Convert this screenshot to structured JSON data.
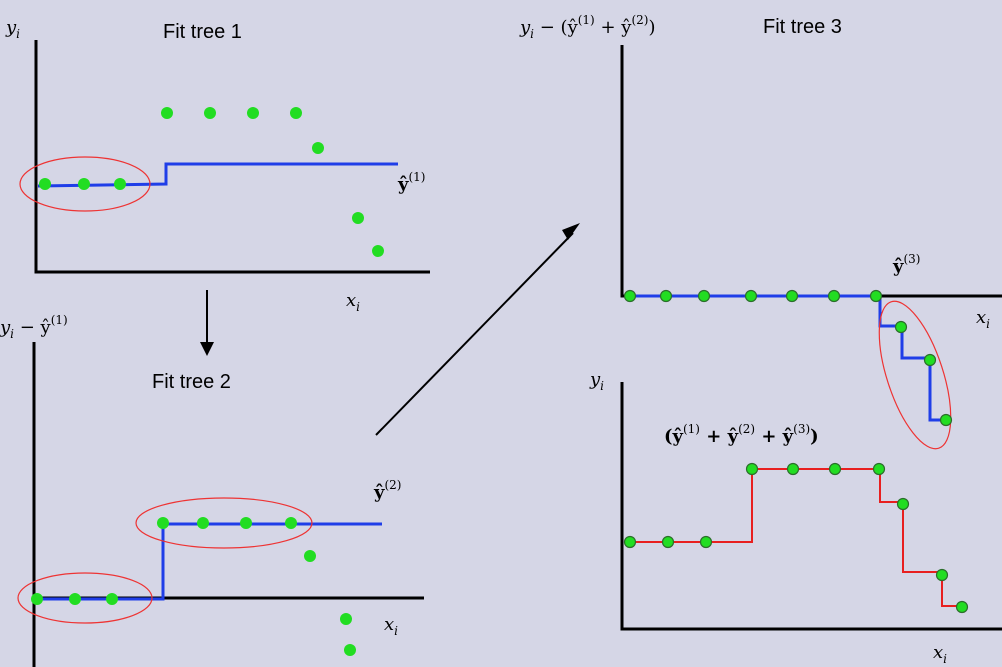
{
  "panels": {
    "tree1": {
      "title": "Fit tree 1",
      "y_label": "y",
      "y_sub": "i",
      "x_label": "x",
      "x_sub": "i",
      "pred_label": "ŷ",
      "pred_sup": "(1)"
    },
    "tree2": {
      "title": "Fit tree 2",
      "y_label": "y",
      "y_sub": "i",
      "y_rest": " − ŷ",
      "y_rest_sup": "(1)",
      "x_label": "x",
      "x_sub": "i",
      "pred_label": "ŷ",
      "pred_sup": "(2)"
    },
    "tree3": {
      "title": "Fit tree 3",
      "y_label": "y",
      "y_sub": "i",
      "y_rest_a": " − (ŷ",
      "y_rest_sup1": "(1)",
      "y_rest_b": " + ŷ",
      "y_rest_sup2": "(2)",
      "y_rest_c": ")",
      "x_label": "x",
      "x_sub": "i",
      "pred_label": "ŷ",
      "pred_sup": "(3)"
    },
    "combined": {
      "y_label": "y",
      "y_sub": "i",
      "x_label": "x",
      "x_sub": "i",
      "sum_open": "(ŷ",
      "sum_sup1": "(1)",
      "sum_mid1": " + ŷ",
      "sum_sup2": "(2)",
      "sum_mid2": " + ŷ",
      "sum_sup3": "(3)",
      "sum_close": ")"
    }
  },
  "colors": {
    "background": "#d5d6e6",
    "prediction_step": "#1f3ee8",
    "combined_step": "#e82020",
    "points": "#22dd22",
    "highlight": "#e33333"
  }
}
